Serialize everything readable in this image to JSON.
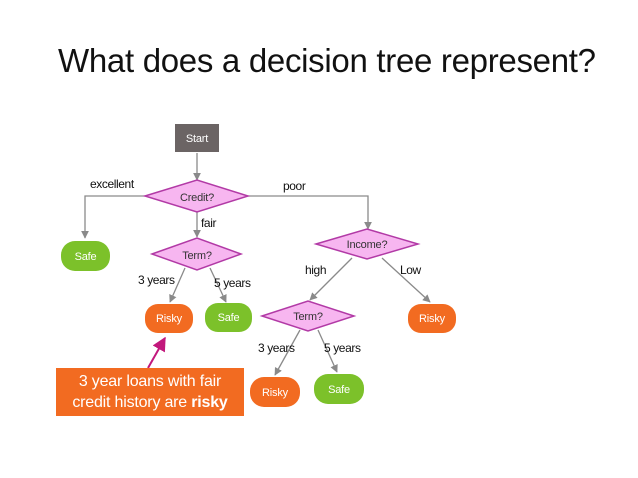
{
  "title": "What does a decision tree represent?",
  "nodes": {
    "start": "Start",
    "credit": "Credit?",
    "term1": "Term?",
    "income": "Income?",
    "term2": "Term?",
    "safe_excellent": "Safe",
    "risky_3y_fair": "Risky",
    "safe_5y_fair": "Safe",
    "risky_low": "Risky",
    "risky_3y_high": "Risky",
    "safe_5y_high": "Safe"
  },
  "edges": {
    "excellent": "excellent",
    "poor": "poor",
    "fair": "fair",
    "term1_3y": "3 years",
    "term1_5y": "5 years",
    "high": "high",
    "low": "Low",
    "term2_3y": "3 years",
    "term2_5y": "5 years"
  },
  "callout": {
    "line1": "3 year loans with fair",
    "line2_prefix": "credit history are ",
    "line2_bold": "risky"
  },
  "colors": {
    "start_fill": "#6b6464",
    "diamond_fill": "#f7b6f0",
    "diamond_stroke": "#b23aa6",
    "safe_fill": "#7cc12a",
    "risky_fill": "#f26b21",
    "callout_fill": "#f26b21",
    "arrow_color": "#8a8a8a",
    "pointer_color": "#c2187c"
  }
}
